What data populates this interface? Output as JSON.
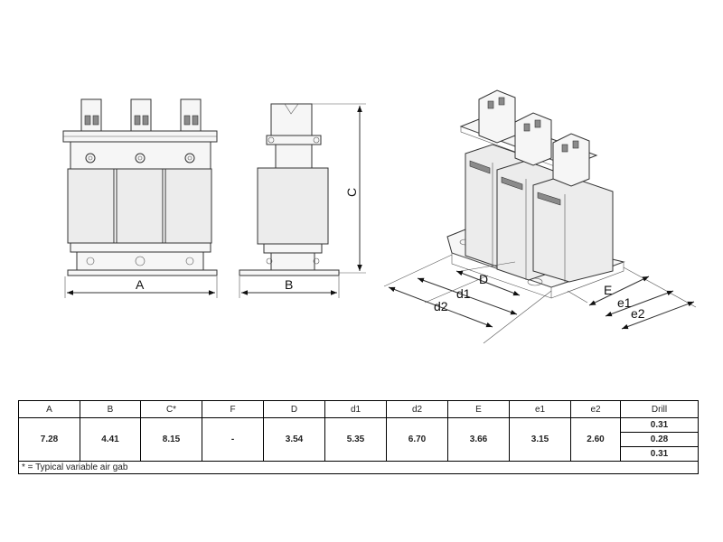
{
  "dimension_labels": {
    "A": "A",
    "B": "B",
    "C": "C",
    "D": "D",
    "d1": "d1",
    "d2": "d2",
    "E": "E",
    "e1": "e1",
    "e2": "e2"
  },
  "spec_table": {
    "headers": [
      "A",
      "B",
      "C*",
      "F",
      "D",
      "d1",
      "d2",
      "E",
      "e1",
      "e2",
      "Drill"
    ],
    "values": [
      "7.28",
      "4.41",
      "8.15",
      "-",
      "3.54",
      "5.35",
      "6.70",
      "3.66",
      "3.15",
      "2.60"
    ],
    "drill": [
      "0.31",
      "0.28",
      "0.31"
    ],
    "footnote": "* = Typical variable air gab"
  }
}
